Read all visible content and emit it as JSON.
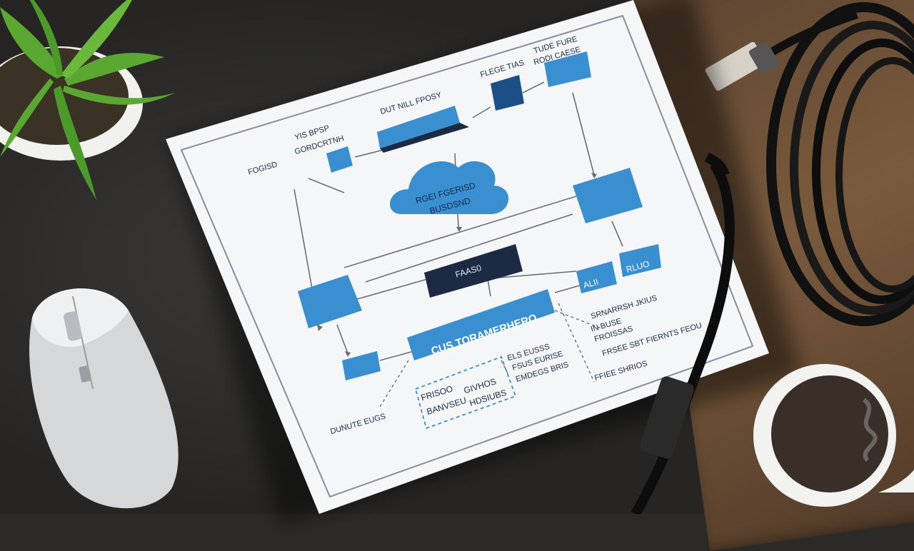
{
  "scene": {
    "description_items": [
      "plant",
      "network-diagram-paper",
      "computer-mouse",
      "coffee-mug",
      "ethernet-cable"
    ]
  },
  "diagram": {
    "cloud_label_1": "RGEI FGERISD",
    "cloud_label_2": "BUSDSND",
    "top_label_1": "DUT NILL FPOSY",
    "top_label_2": "FLEGE TIAS",
    "top_label_3": "YIS BPSP",
    "top_label_4": "TUDE FURE",
    "top_label_5": "RODI CAESE",
    "left_label_1": "FOGISD",
    "left_label_2": "GORDCRTNH",
    "left_label_3": "SRNARRSH JKIUS",
    "switch_label": "FAAS0",
    "bar_label": "CUS TORAMERHERO",
    "right_label_1": "ALII",
    "right_label_2": "RLUO",
    "note_1": "IN BUSE",
    "note_2": "FROISSAS",
    "note_3": "FRSEE SBT FIERNTS FEOU",
    "note_4": "FFIEE SHRIOS",
    "mid_label_1": "ELS EUSSS",
    "mid_label_2": "FSUS EURISE",
    "mid_label_3": "EMDEGS BRIS",
    "box_label_1": "FRISOO",
    "box_label_2": "BANVSEU",
    "box_label_3": "GIVHOS",
    "box_label_4": "HDSIUBS",
    "bottom_label": "DUNUTE EUGS"
  },
  "colors": {
    "accent_blue": "#3a8fd0",
    "dark_navy": "#1c2a44",
    "paper": "#f4f6f8"
  }
}
